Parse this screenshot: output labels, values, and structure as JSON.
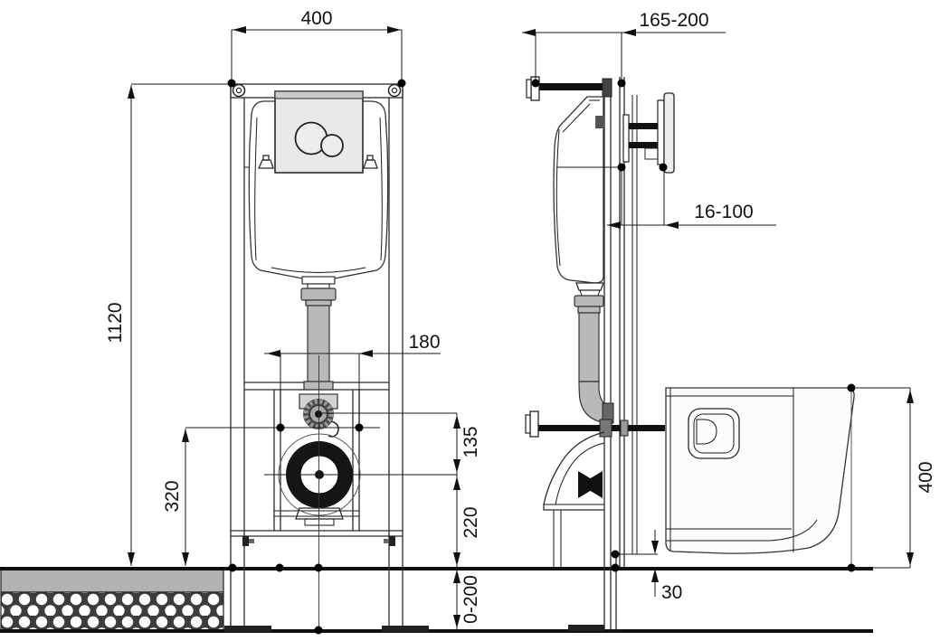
{
  "drawing": {
    "kind": "concealed-wc-frame-installation-diagram",
    "views": [
      "front",
      "side"
    ]
  },
  "dims": {
    "frame_width": "400",
    "top_wall_offset": "165-200",
    "frame_height": "1120",
    "wall_finish_depth": "16-100",
    "bolt_spacing": "180",
    "inlet_to_drain": "135",
    "supply_line_height": "320",
    "drain_center_height": "220",
    "foot_adjustment": "0-200",
    "frame_floor_gap": "30",
    "bowl_top_height": "400"
  },
  "colors": {
    "line": "#1a1a1a",
    "pipe_gray": "#b9b9b9",
    "plate_gray": "#e9e9e9",
    "screed_gray": "#b2b2b2",
    "insulation_dark": "#3c3c3c"
  }
}
